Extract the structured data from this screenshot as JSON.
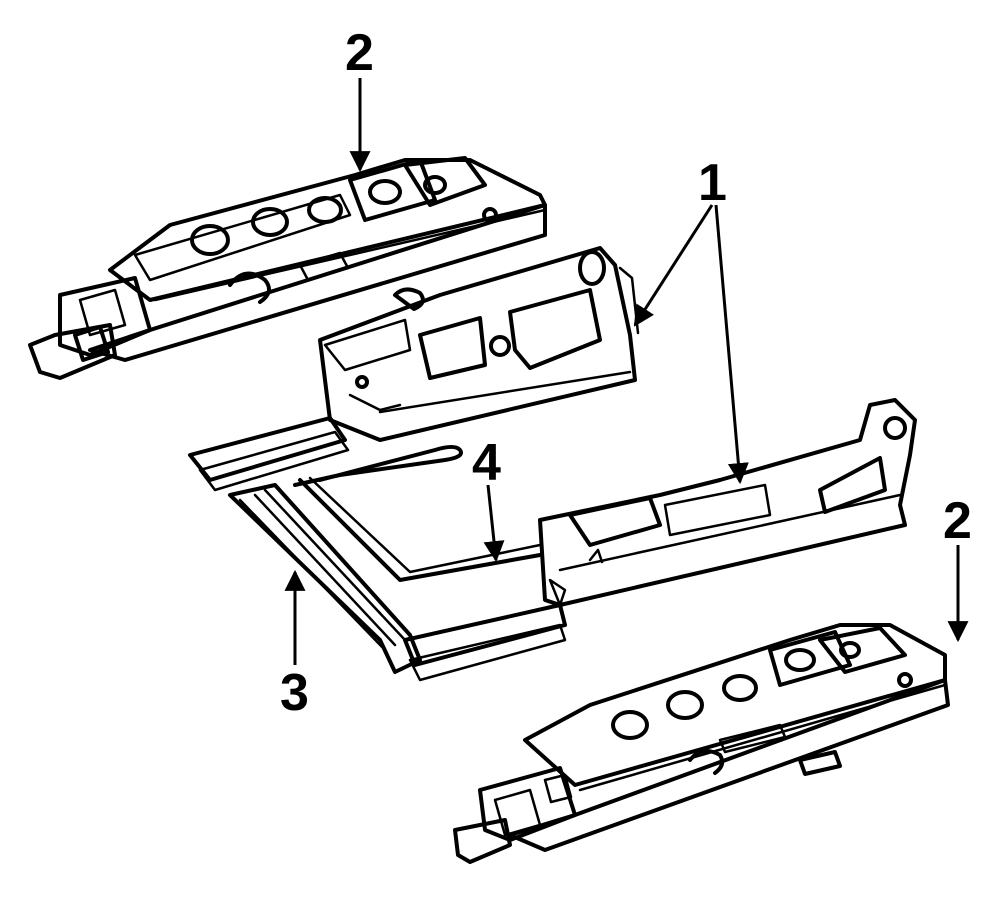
{
  "callouts": {
    "c1": "1",
    "c2_top": "2",
    "c2_right": "2",
    "c3": "3",
    "c4": "4"
  },
  "colors": {
    "line": "#000000",
    "background": "#ffffff"
  }
}
